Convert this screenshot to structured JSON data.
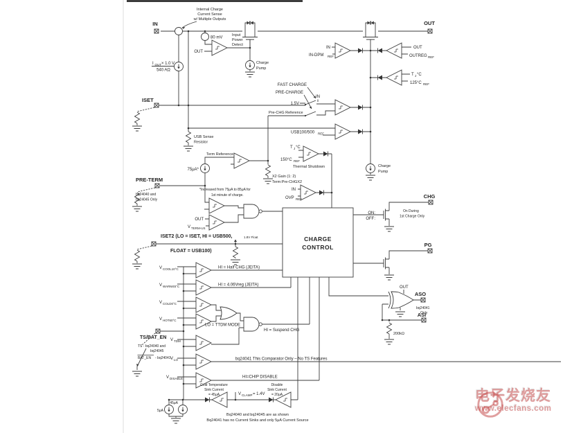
{
  "sym": {
    "v": "V",
    "ref": "REF",
    "t": "T",
    "j": "J",
    "degc": "°C",
    "i": "I"
  },
  "pins": {
    "in": "IN",
    "out": "OUT",
    "iset": "ISET",
    "pre_term": "PRE-TERM",
    "iset2_l1": "ISET2 (LO = ISET, HI = USB500,",
    "iset2_l2": "FLOAT = USB100)",
    "ts": "TS/BAT_EN",
    "chg": "CHG",
    "pg": "PG",
    "aso": "ASO",
    "asi": "ASI"
  },
  "top": {
    "sense_note": [
      "Internal Charge",
      "Current Sense",
      "w/ Multiple Outputs"
    ],
    "mv80": "80 mV",
    "ipd": [
      "Input",
      "Power",
      "Detect"
    ],
    "out_in": "OUT",
    "cp": [
      "Charge",
      "Pump"
    ],
    "iout_sub": "OUT",
    "iout_rest": "× 1.0 V",
    "iout_den": "540 AΩ",
    "in_a": "IN",
    "indpm": "IN-DPM",
    "out_b": "OUT",
    "outreg": "OUTREG",
    "c125": "125°C"
  },
  "mid": {
    "fast_charge": "FAST CHARGE",
    "pre_charge": "PRE-CHARGE",
    "v15": "1.5V",
    "in_sw": "IN",
    "prechg_ref": "Pre-CHG Reference",
    "usb_ref": "USB100/500",
    "usb_sense": [
      "USB Sense",
      "Resistor"
    ],
    "term_ref": "Term Reference",
    "c150": "150°C",
    "thermal": "Thermal Shutdown",
    "x2": [
      "X2 Gain (1: 2)",
      "Term:Pre-CHGX2"
    ],
    "cp": [
      "Charge",
      "Pump"
    ],
    "ua75": "75μA*",
    "preterm_note": [
      "bq24040 and",
      "bq24045 Only"
    ],
    "inc": [
      "*Increased from 75μA to 85μA for",
      "1st minute of charge."
    ],
    "out_i": "OUT",
    "vterm": "TERM-US",
    "in_ovp": "IN",
    "ovp": "OVP",
    "float18": "1.8V Float"
  },
  "block": {
    "l1": "CHARGE",
    "l2": "CONTROL"
  },
  "jeita": {
    "vcool": "COOL10°C",
    "vwarm": "WARM45°C",
    "vcold": "COLD0°C",
    "vhot": "HOT60°C",
    "hi_half": "HI = Half CHG (JEITA)",
    "hi_406": "HI = 4.06Vreg (JEITA)",
    "lo_ttdm": "LO = TTDM MODE",
    "hi_suspend": "HI = Suspend CHG"
  },
  "ts": {
    "note1": "TS - bq24040 and",
    "note2": "bq24045",
    "note3a": "BAT_EN",
    "note3b": "- bq24041",
    "vtdm": "TDM",
    "vlo": "LO",
    "vdis": "DISABLE",
    "bq41": "bq24041 This Comparator Only – No TS Features",
    "hi_chip": "HI=CHIP DISABLE"
  },
  "right": {
    "on": "ON:",
    "off": "OFF:",
    "chg_note": [
      "On During",
      "1st Charge Only"
    ],
    "out_xor": "OUT",
    "aso_note": [
      "bq24041",
      "Only"
    ],
    "r200k": "200kΩ"
  },
  "bottom": {
    "cold": [
      "Cold Temperature",
      "Sink Current",
      "= 45μA"
    ],
    "vclamp": "CLAMP",
    "vclamp_val": "= 1.4V",
    "dis": [
      "Disable",
      "Sink Current",
      "= 20μA"
    ],
    "ua5": "5μA",
    "ua45": "45μA",
    "note": [
      "Bq24040 and bq24045 are as shown",
      "Bq24041 has no Current Sinks and only 5μA Current Source"
    ]
  },
  "watermark": {
    "brand": "电子发烧友",
    "url": "www.elecfans.com"
  }
}
